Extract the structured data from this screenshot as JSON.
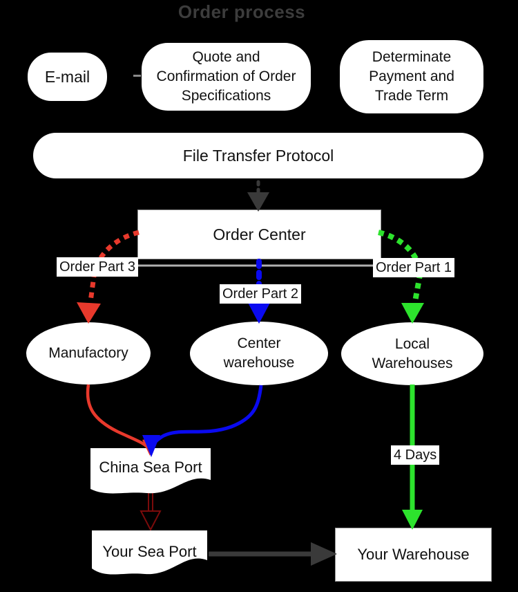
{
  "title": "Order process",
  "colors": {
    "bg": "#000000",
    "box_bg": "#ffffff",
    "text": "#111111",
    "title_text": "#3c3c3c",
    "red": "#e8392c",
    "blue": "#0a0af0",
    "green": "#2de32d",
    "dark": "#3a3a3a",
    "darkred": "#7b0b0b",
    "connector_gray": "#b0b0b0"
  },
  "nodes": {
    "email": "E-mail",
    "quote": "Quote and\nConfirmation of Order\nSpecifications",
    "determinate": "Determinate\nPayment and\nTrade Term",
    "ftp": "File Transfer Protocol",
    "order_center": "Order Center",
    "manufactory": "Manufactory",
    "center_warehouse": "Center\nwarehouse",
    "local_warehouses": "Local\nWarehouses",
    "china_sea_port": "China Sea Port",
    "your_sea_port": "Your Sea Port",
    "your_warehouse": "Your Warehouse"
  },
  "edge_labels": {
    "part1": "Order Part 1",
    "part2": "Order Part 2",
    "part3": "Order Part 3",
    "transit": "4 Days"
  }
}
